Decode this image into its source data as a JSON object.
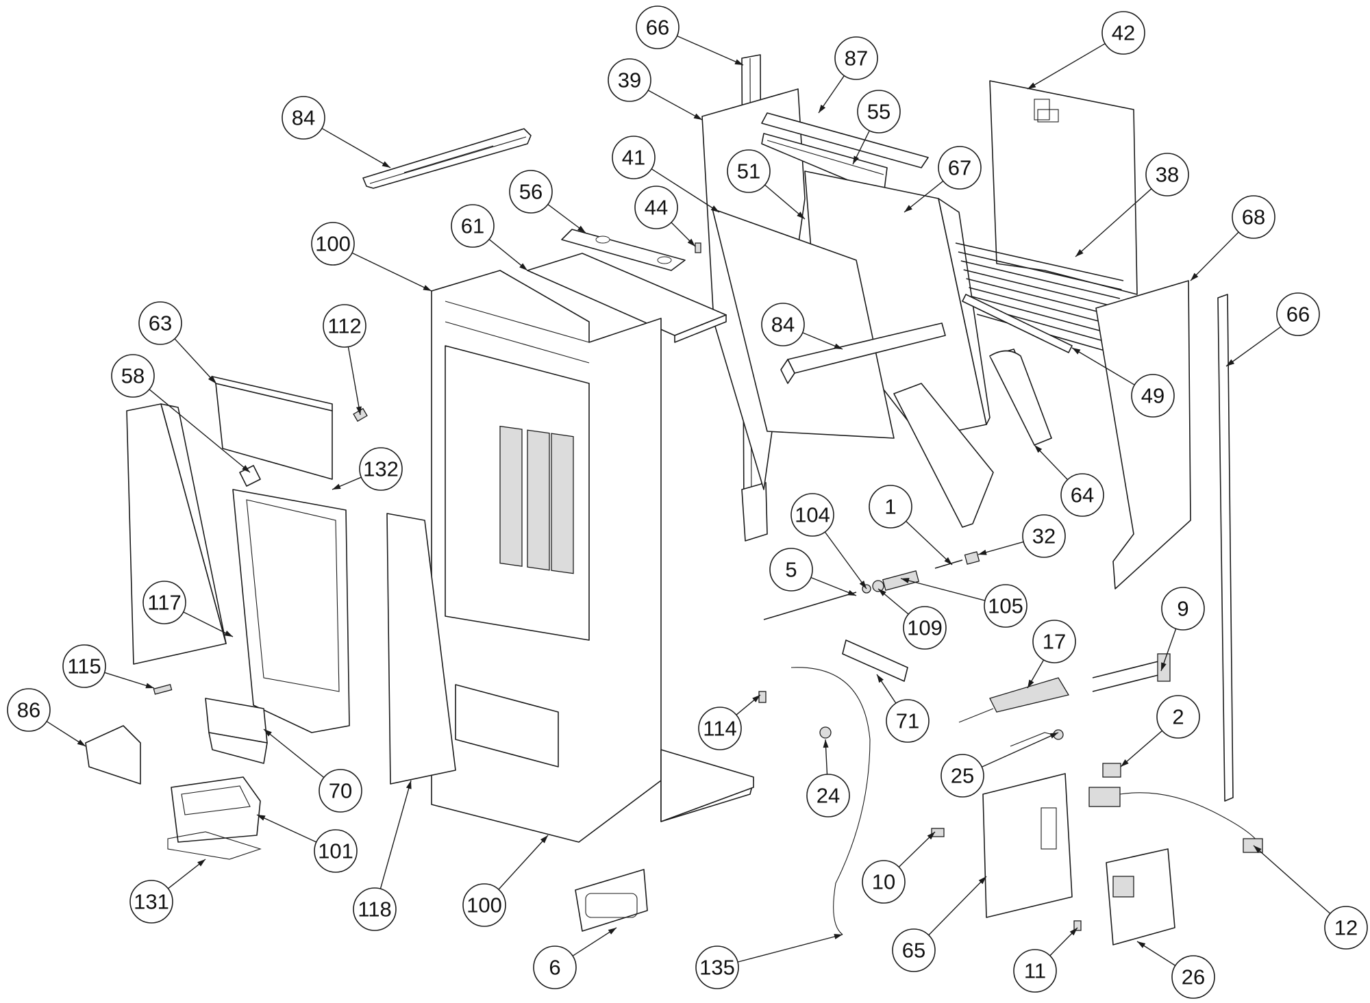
{
  "callouts": [
    {
      "label": "66"
    },
    {
      "label": "87"
    },
    {
      "label": "42"
    },
    {
      "label": "39"
    },
    {
      "label": "84"
    },
    {
      "label": "55"
    },
    {
      "label": "41"
    },
    {
      "label": "51"
    },
    {
      "label": "67"
    },
    {
      "label": "38"
    },
    {
      "label": "56"
    },
    {
      "label": "44"
    },
    {
      "label": "61"
    },
    {
      "label": "100"
    },
    {
      "label": "68"
    },
    {
      "label": "66"
    },
    {
      "label": "63"
    },
    {
      "label": "112"
    },
    {
      "label": "84"
    },
    {
      "label": "58"
    },
    {
      "label": "49"
    },
    {
      "label": "132"
    },
    {
      "label": "104"
    },
    {
      "label": "1"
    },
    {
      "label": "64"
    },
    {
      "label": "32"
    },
    {
      "label": "5"
    },
    {
      "label": "117"
    },
    {
      "label": "105"
    },
    {
      "label": "9"
    },
    {
      "label": "109"
    },
    {
      "label": "115"
    },
    {
      "label": "17"
    },
    {
      "label": "86"
    },
    {
      "label": "2"
    },
    {
      "label": "71"
    },
    {
      "label": "114"
    },
    {
      "label": "70"
    },
    {
      "label": "25"
    },
    {
      "label": "24"
    },
    {
      "label": "101"
    },
    {
      "label": "10"
    },
    {
      "label": "131"
    },
    {
      "label": "118"
    },
    {
      "label": "100"
    },
    {
      "label": "12"
    },
    {
      "label": "65"
    },
    {
      "label": "6"
    },
    {
      "label": "135"
    },
    {
      "label": "11"
    },
    {
      "label": "26"
    }
  ],
  "colors": {
    "line": "#1a1a1a",
    "background": "#ffffff",
    "shade": "#dcdcdc"
  }
}
